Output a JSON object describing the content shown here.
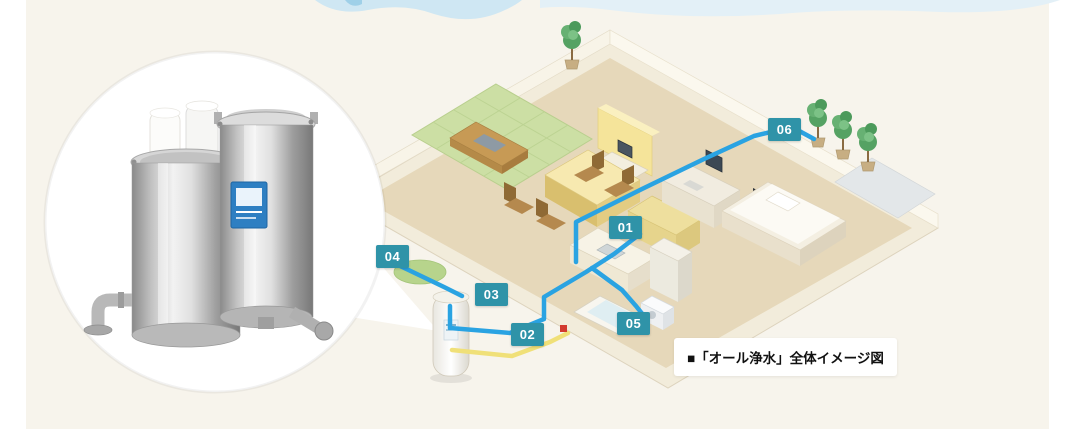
{
  "illustration": {
    "caption": "■「オール浄水」全体イメージ図",
    "badges": [
      {
        "num": "01"
      },
      {
        "num": "02"
      },
      {
        "num": "03"
      },
      {
        "num": "04"
      },
      {
        "num": "05"
      },
      {
        "num": "06"
      }
    ],
    "colors": {
      "badge_bg": "#2f93a8",
      "pipe_cold": "#2aa3e2",
      "pipe_hot": "#f0e078",
      "valve_red": "#d23a2e",
      "tatami_green": "#ccdfa4",
      "floor_tan": "#e6d8ba",
      "wave_blue": "#cfe7f3",
      "tank_label_blue": "#2e7fc2",
      "background_cream": "#f7f4ec"
    }
  }
}
